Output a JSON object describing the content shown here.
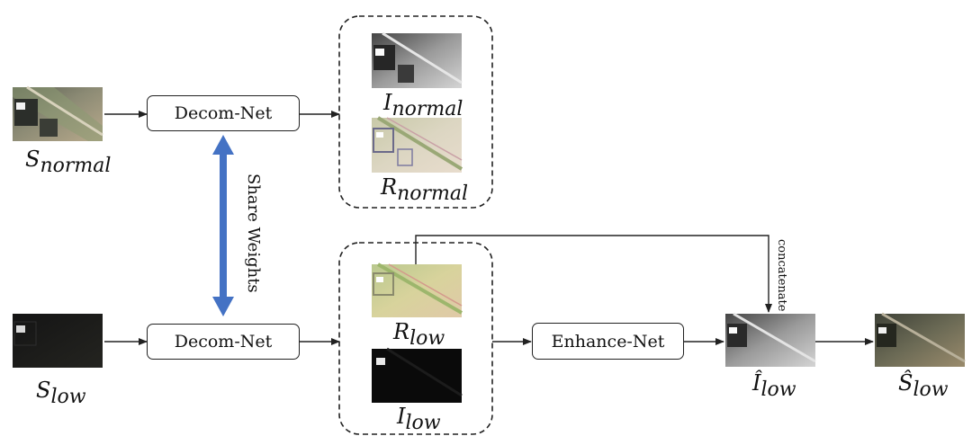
{
  "nodes": {
    "decom_top": "Decom-Net",
    "decom_bottom": "Decom-Net",
    "enhance": "Enhance-Net"
  },
  "labels": {
    "s_normal": {
      "base": "S",
      "sub": "normal"
    },
    "s_low": {
      "base": "S",
      "sub": "low"
    },
    "i_normal": {
      "base": "I",
      "sub": "normal"
    },
    "r_normal": {
      "base": "R",
      "sub": "normal"
    },
    "r_low": {
      "base": "R",
      "sub": "low"
    },
    "i_low": {
      "base": "I",
      "sub": "low"
    },
    "i_hat_low": {
      "base": "Î",
      "sub": "low"
    },
    "s_hat_low": {
      "base": "Ŝ",
      "sub": "low"
    }
  },
  "edge_labels": {
    "share_weights": "Share Weights",
    "concatenate": "concatenate"
  },
  "colors": {
    "share_arrow": "#4472c4",
    "stroke": "#222222"
  }
}
